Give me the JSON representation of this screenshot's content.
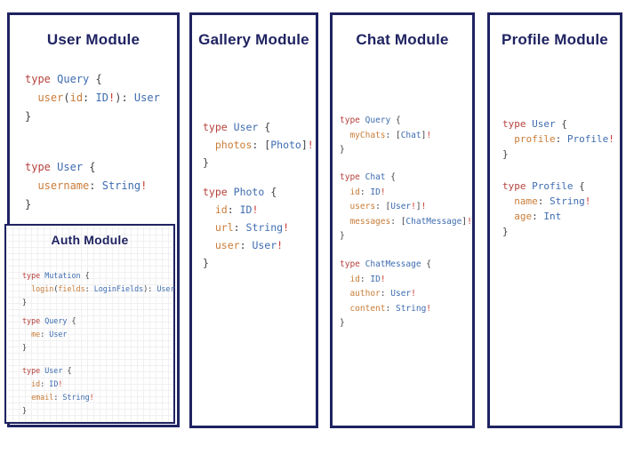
{
  "palette": {
    "navy": "#1f2361",
    "keyword": "#b5423d",
    "typename": "#3e6cb0",
    "field": "#c97c38",
    "bang": "#c93a31",
    "punct": "#3f4045",
    "grid": "#f0f0f0",
    "background": "#ffffff"
  },
  "modules": {
    "user": {
      "title": "User Module",
      "blocks": [
        [
          "type Query {",
          "  user(id: ID!): User",
          "}"
        ],
        [
          "type User {",
          "  username: String!",
          "}"
        ]
      ]
    },
    "auth": {
      "title": "Auth Module",
      "blocks": [
        [
          "type Mutation {",
          "  login(fields: LoginFields): User",
          "}"
        ],
        [
          "type Query {",
          "  me: User",
          "}"
        ],
        [
          "type User {",
          "  id: ID!",
          "  email: String!",
          "}"
        ]
      ]
    },
    "gallery": {
      "title": "Gallery Module",
      "blocks": [
        [
          "type User {",
          "  photos: [Photo]!",
          "}"
        ],
        [
          "type Photo {",
          "  id: ID!",
          "  url: String!",
          "  user: User!",
          "}"
        ]
      ]
    },
    "chat": {
      "title": "Chat Module",
      "blocks": [
        [
          "type Query {",
          "  myChats: [Chat]!",
          "}"
        ],
        [
          "type Chat {",
          "  id: ID!",
          "  users: [User!]!",
          "  messages: [ChatMessage]!",
          "}"
        ],
        [
          "type ChatMessage {",
          "  id: ID!",
          "  author: User!",
          "  content: String!",
          "}"
        ]
      ]
    },
    "profile": {
      "title": "Profile Module",
      "blocks": [
        [
          "type User {",
          "  profile: Profile!",
          "}"
        ],
        [
          "type Profile {",
          "  name: String!",
          "  age: Int",
          "}"
        ]
      ]
    }
  }
}
